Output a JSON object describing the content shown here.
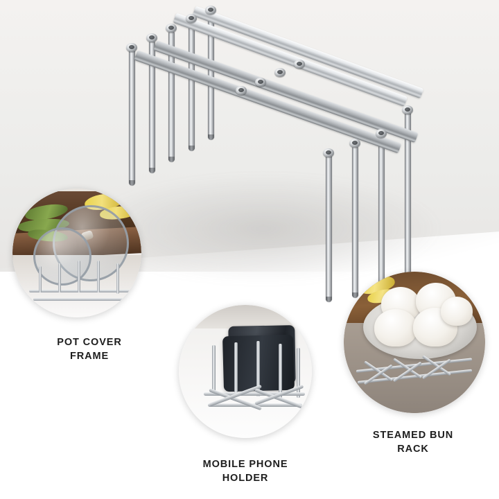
{
  "image": {
    "title": "Expandable Stainless Steel Multi-Purpose Rack",
    "background_top_color": "#eceae8",
    "background_bottom_color": "#ffffff",
    "steel_highlight_color": "#f2f4f6",
    "steel_shadow_color": "#74777b"
  },
  "main_product": {
    "name": "expandable-stainless-steel-rack",
    "bar_count": 4,
    "leg_count": 12,
    "rivet_count": 14,
    "material": "stainless steel"
  },
  "callouts": [
    {
      "id": "pot-cover-frame",
      "caption": "POT COVER\nFRAME",
      "scene": "pot lids standing in rack on kitchen counter with corn and green vegetables on wooden board"
    },
    {
      "id": "mobile-phone-holder",
      "caption": "MOBILE PHONE\nHOLDER",
      "scene": "two dark smartphones standing upright in the steel rack"
    },
    {
      "id": "steamed-bun-rack",
      "caption": "STEAMED BUN\nRACK",
      "scene": "plate of steamed buns and corn above a collapsed steel rack on grey cloth"
    }
  ]
}
